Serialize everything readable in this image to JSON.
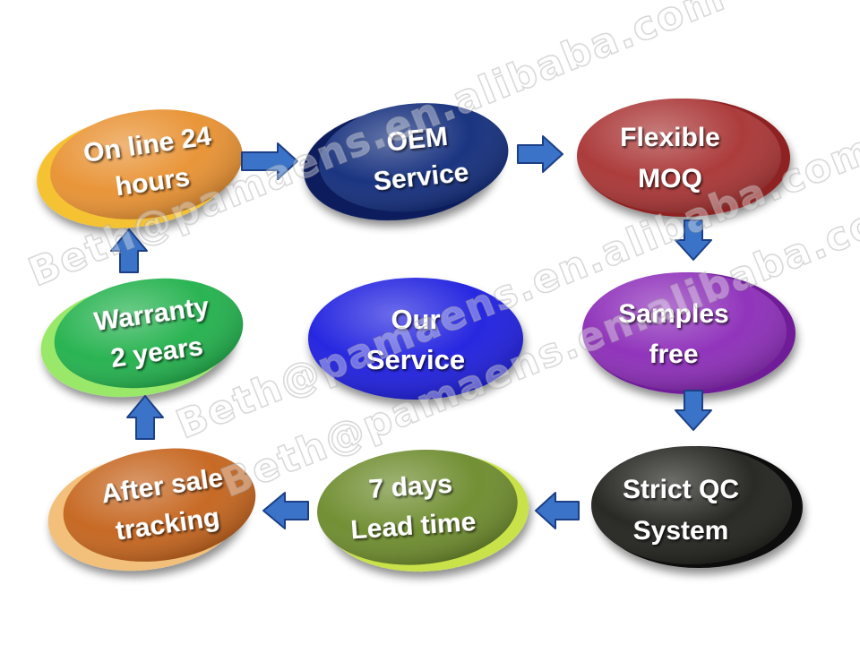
{
  "diagram": {
    "center": {
      "lines": [
        "Our",
        "Service"
      ],
      "color": "#1a1adf"
    },
    "nodes": [
      {
        "id": "online",
        "lines": [
          "On line 24",
          "hours"
        ],
        "color": "#e8902f"
      },
      {
        "id": "oem",
        "lines": [
          "OEM",
          "Service"
        ],
        "color": "#0f2a7a"
      },
      {
        "id": "moq",
        "lines": [
          "Flexible",
          "MOQ"
        ],
        "color": "#a83232"
      },
      {
        "id": "samples",
        "lines": [
          "Samples",
          "free"
        ],
        "color": "#8b2ab8"
      },
      {
        "id": "qc",
        "lines": [
          "Strict QC",
          "System"
        ],
        "color": "#1e1e1a"
      },
      {
        "id": "lead",
        "lines": [
          "7 days",
          "Lead time"
        ],
        "color": "#6b8a2a"
      },
      {
        "id": "aftersale",
        "lines": [
          "After sale",
          "tracking"
        ],
        "color": "#c4621a"
      },
      {
        "id": "warranty",
        "lines": [
          "Warranty",
          "2 years"
        ],
        "color": "#1fb04a"
      }
    ],
    "arrow_color": "#3a73c8",
    "watermark_texts": [
      "Beth@pamaens.en.alibaba.com",
      "Beth@pamaens.en.alibaba.com",
      "Beth@pamaens.en.alibaba.com"
    ]
  }
}
